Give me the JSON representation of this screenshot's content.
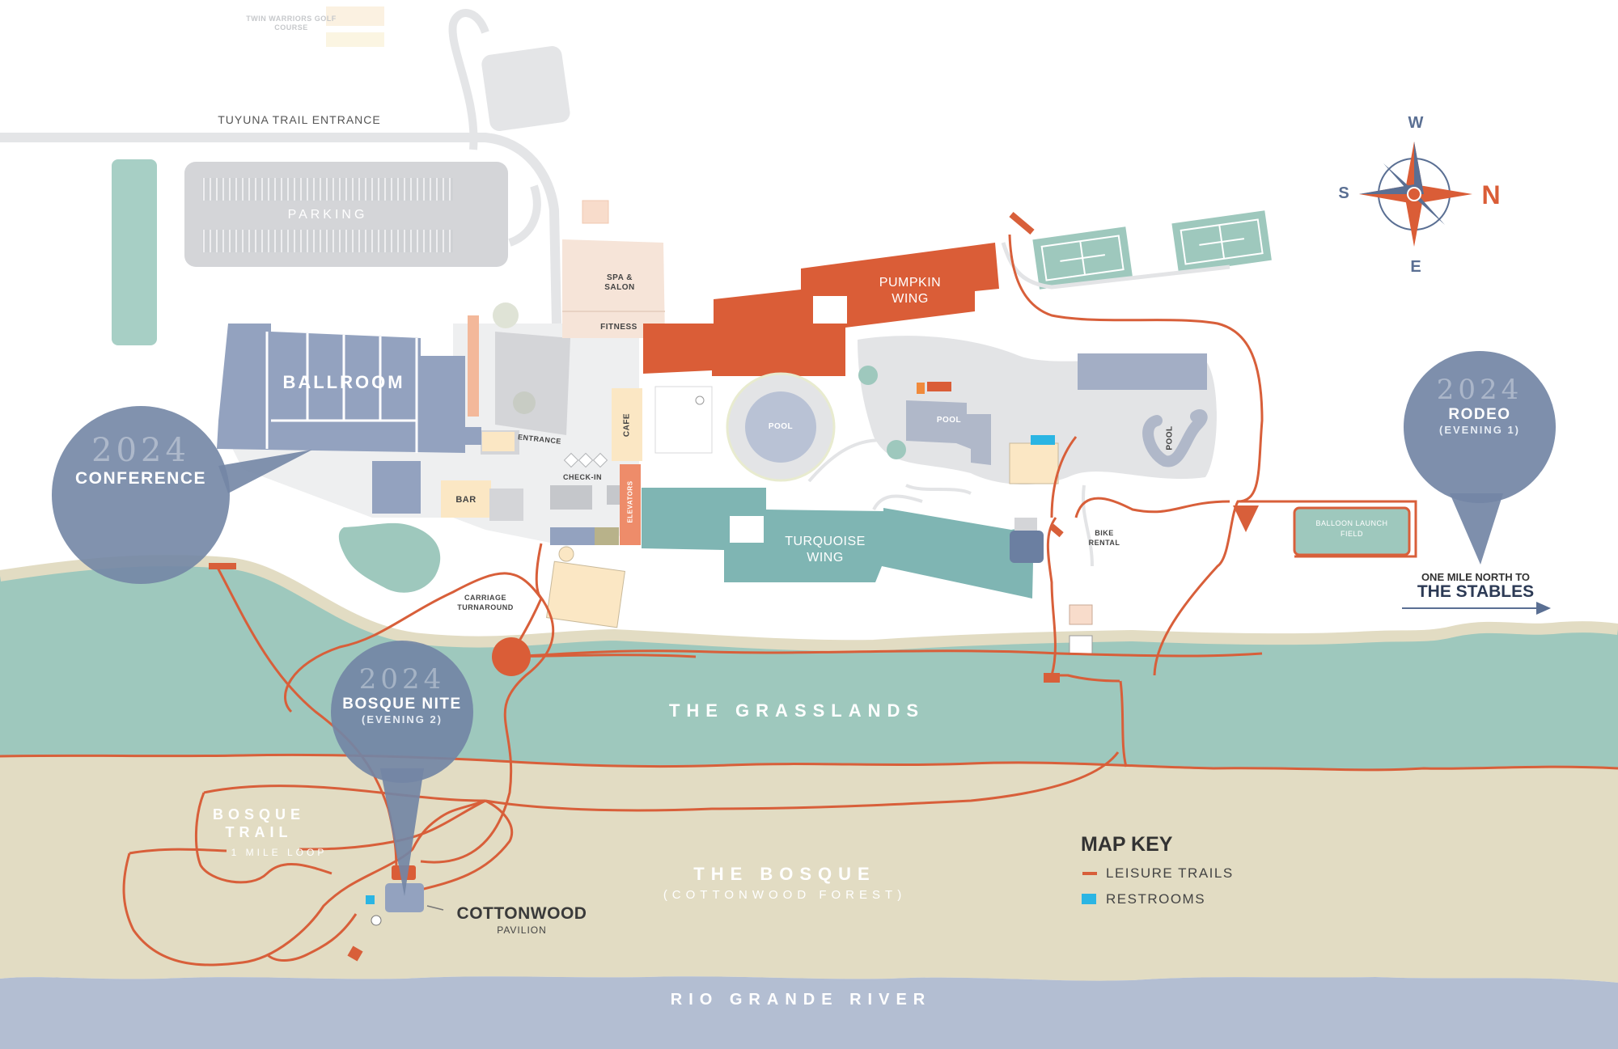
{
  "colors": {
    "trail": "#d85f3a",
    "restroom": "#2bb5e3",
    "grasslands": "#9ec8bd",
    "bosque": "#e2dcc3",
    "river": "#b3bed2",
    "bubble": "#7386a5",
    "turquoise_wing": "#7fb5b3",
    "pumpkin_wing": "#da5d37",
    "ballroom": "#93a2bf",
    "building_gray": "#d4d5d8",
    "ground": "#eeeff0",
    "cream": "#fbe7c4",
    "peach": "#f8dccb"
  },
  "labels": {
    "golf_course": "TWIN WARRIORS GOLF COURSE",
    "tuyuna": "TUYUNA TRAIL ENTRANCE",
    "parking": "PARKING",
    "spa": "SPA & SALON",
    "fitness": "FITNESS",
    "ballroom": "BALLROOM",
    "entrance": "ENTRANCE",
    "cafe": "CAFE",
    "checkin": "CHECK-IN",
    "bar": "BAR",
    "elevators": "ELEVATORS",
    "pool_main": "POOL",
    "pool_2": "POOL",
    "pool_3": "POOL",
    "pumpkin_wing": "PUMPKIN WING",
    "turquoise_wing": "TURQUOISE WING",
    "bike_rental": "BIKE RENTAL",
    "balloon": "BALLOON LAUNCH FIELD",
    "carriage": "CARRIAGE TURNAROUND",
    "grasslands": "THE GRASSLANDS",
    "bosque": "THE BOSQUE",
    "bosque_sub": "(COTTONWOOD FOREST)",
    "river": "RIO GRANDE RIVER",
    "bosque_trail": "BOSQUE TRAIL",
    "bosque_trail_sub": "1 MILE LOOP",
    "cottonwood": "COTTONWOOD",
    "pavilion": "PAVILION",
    "stables_small": "ONE MILE NORTH TO",
    "stables": "THE STABLES"
  },
  "compass": {
    "w": "W",
    "s": "S",
    "n": "N",
    "e": "E"
  },
  "bubbles": {
    "conference": {
      "year": "2024",
      "title": "CONFERENCE"
    },
    "bosque_nite": {
      "year": "2024",
      "title": "BOSQUE NITE",
      "sub": "(EVENING 2)"
    },
    "rodeo": {
      "year": "2024",
      "title": "RODEO",
      "sub": "(EVENING 1)"
    }
  },
  "map_key": {
    "title": "MAP KEY",
    "items": [
      {
        "label": "LEISURE TRAILS",
        "swatch": "trail"
      },
      {
        "label": "RESTROOMS",
        "swatch": "restroom"
      }
    ]
  }
}
